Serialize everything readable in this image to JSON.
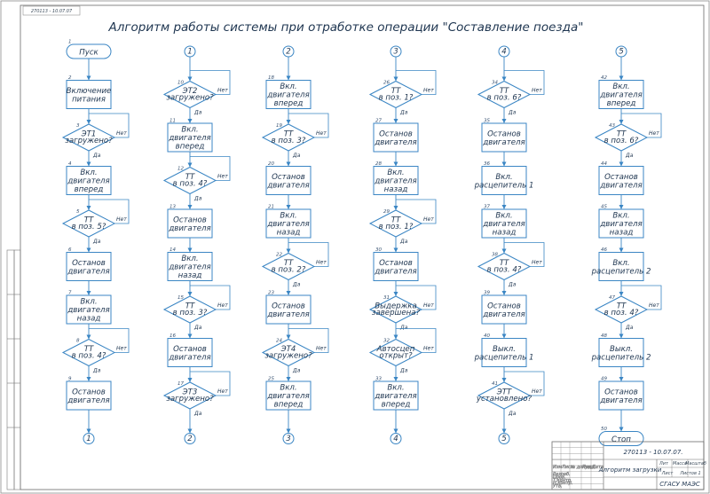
{
  "sheet": {
    "title": "Алгоритм работы системы при отработке операции \"Составление поезда\"",
    "stamp": "270113 - 10.07.07",
    "colors": {
      "line": "#3b86c4",
      "text": "#1e3550",
      "frame": "#707070"
    }
  },
  "labels": {
    "yes": "Да",
    "no": "Нет"
  },
  "columns": [
    {
      "nodes": [
        {
          "type": "terminal",
          "num": "1",
          "text": [
            "Пуск"
          ]
        },
        {
          "type": "action",
          "num": "2",
          "text": [
            "Включение",
            "питания"
          ]
        },
        {
          "type": "decision",
          "num": "3",
          "text": [
            "ЭТ1",
            "загружено?"
          ]
        },
        {
          "type": "action",
          "num": "4",
          "text": [
            "Вкл.",
            "двигателя",
            "вперед"
          ]
        },
        {
          "type": "decision",
          "num": "5",
          "text": [
            "ТТ",
            "в поз. 5?"
          ]
        },
        {
          "type": "action",
          "num": "6",
          "text": [
            "Останов",
            "двигателя"
          ]
        },
        {
          "type": "action",
          "num": "7",
          "text": [
            "Вкл.",
            "двигателя",
            "назад"
          ]
        },
        {
          "type": "decision",
          "num": "8",
          "text": [
            "ТТ",
            "в поз. 4?"
          ]
        },
        {
          "type": "action",
          "num": "9",
          "text": [
            "Останов",
            "двигателя"
          ]
        },
        {
          "type": "connector",
          "num": "",
          "text": [
            "1"
          ]
        }
      ]
    },
    {
      "nodes": [
        {
          "type": "connector",
          "num": "",
          "text": [
            "1"
          ]
        },
        {
          "type": "decision",
          "num": "10",
          "text": [
            "ЭТ2",
            "загружено?"
          ]
        },
        {
          "type": "action",
          "num": "11",
          "text": [
            "Вкл.",
            "двигателя",
            "вперед"
          ]
        },
        {
          "type": "decision",
          "num": "12",
          "text": [
            "ТТ",
            "в поз. 4?"
          ]
        },
        {
          "type": "action",
          "num": "13",
          "text": [
            "Останов",
            "двигателя"
          ]
        },
        {
          "type": "action",
          "num": "14",
          "text": [
            "Вкл.",
            "двигателя",
            "назад"
          ]
        },
        {
          "type": "decision",
          "num": "15",
          "text": [
            "ТТ",
            "в поз. 3?"
          ]
        },
        {
          "type": "action",
          "num": "16",
          "text": [
            "Останов",
            "двигателя"
          ]
        },
        {
          "type": "decision",
          "num": "17",
          "text": [
            "ЭТ3",
            "загружено?"
          ]
        },
        {
          "type": "connector",
          "num": "",
          "text": [
            "2"
          ]
        }
      ]
    },
    {
      "nodes": [
        {
          "type": "connector",
          "num": "",
          "text": [
            "2"
          ]
        },
        {
          "type": "action",
          "num": "18",
          "text": [
            "Вкл.",
            "двигателя",
            "вперед"
          ]
        },
        {
          "type": "decision",
          "num": "19",
          "text": [
            "ТТ",
            "в поз. 3?"
          ]
        },
        {
          "type": "action",
          "num": "20",
          "text": [
            "Останов",
            "двигателя"
          ]
        },
        {
          "type": "action",
          "num": "21",
          "text": [
            "Вкл.",
            "двигателя",
            "назад"
          ]
        },
        {
          "type": "decision",
          "num": "22",
          "text": [
            "ТТ",
            "в поз. 2?"
          ]
        },
        {
          "type": "action",
          "num": "23",
          "text": [
            "Останов",
            "двигателя"
          ]
        },
        {
          "type": "decision",
          "num": "24",
          "text": [
            "ЭТ4",
            "загружено?"
          ]
        },
        {
          "type": "action",
          "num": "25",
          "text": [
            "Вкл.",
            "двигателя",
            "вперед"
          ]
        },
        {
          "type": "connector",
          "num": "",
          "text": [
            "3"
          ]
        }
      ]
    },
    {
      "nodes": [
        {
          "type": "connector",
          "num": "",
          "text": [
            "3"
          ]
        },
        {
          "type": "decision",
          "num": "26",
          "text": [
            "ТТ",
            "в поз. 1?"
          ]
        },
        {
          "type": "action",
          "num": "27",
          "text": [
            "Останов",
            "двигателя"
          ]
        },
        {
          "type": "action",
          "num": "28",
          "text": [
            "Вкл.",
            "двигателя",
            "назад"
          ]
        },
        {
          "type": "decision",
          "num": "29",
          "text": [
            "ТТ",
            "в поз. 1?"
          ]
        },
        {
          "type": "action",
          "num": "30",
          "text": [
            "Останов",
            "двигателя"
          ]
        },
        {
          "type": "decision",
          "num": "31",
          "text": [
            "Выдержка",
            "завершена?"
          ]
        },
        {
          "type": "decision",
          "num": "32",
          "text": [
            "Автосцеп",
            "открыт?"
          ]
        },
        {
          "type": "action",
          "num": "33",
          "text": [
            "Вкл.",
            "двигателя",
            "вперед"
          ]
        },
        {
          "type": "connector",
          "num": "",
          "text": [
            "4"
          ]
        }
      ]
    },
    {
      "nodes": [
        {
          "type": "connector",
          "num": "",
          "text": [
            "4"
          ]
        },
        {
          "type": "decision",
          "num": "34",
          "text": [
            "ТТ",
            "в поз. 6?"
          ]
        },
        {
          "type": "action",
          "num": "35",
          "text": [
            "Останов",
            "двигателя"
          ]
        },
        {
          "type": "action",
          "num": "36",
          "text": [
            "Вкл.",
            "расцепитель 1"
          ]
        },
        {
          "type": "action",
          "num": "37",
          "text": [
            "Вкл.",
            "двигателя",
            "назад"
          ]
        },
        {
          "type": "decision",
          "num": "38",
          "text": [
            "ТТ",
            "в поз. 4?"
          ]
        },
        {
          "type": "action",
          "num": "39",
          "text": [
            "Останов",
            "двигателя"
          ]
        },
        {
          "type": "action",
          "num": "40",
          "text": [
            "Выкл.",
            "расцепитель 1"
          ]
        },
        {
          "type": "decision",
          "num": "41",
          "text": [
            "ЭТТ",
            "установлено?"
          ]
        },
        {
          "type": "connector",
          "num": "",
          "text": [
            "5"
          ]
        }
      ]
    },
    {
      "nodes": [
        {
          "type": "connector",
          "num": "",
          "text": [
            "5"
          ]
        },
        {
          "type": "action",
          "num": "42",
          "text": [
            "Вкл.",
            "двигателя",
            "вперед"
          ]
        },
        {
          "type": "decision",
          "num": "43",
          "text": [
            "ТТ",
            "в поз. 6?"
          ]
        },
        {
          "type": "action",
          "num": "44",
          "text": [
            "Останов",
            "двигателя"
          ]
        },
        {
          "type": "action",
          "num": "45",
          "text": [
            "Вкл.",
            "двигателя",
            "назад"
          ]
        },
        {
          "type": "action",
          "num": "46",
          "text": [
            "Вкл.",
            "расцепитель 2"
          ]
        },
        {
          "type": "decision",
          "num": "47",
          "text": [
            "ТТ",
            "в поз. 4?"
          ]
        },
        {
          "type": "action",
          "num": "48",
          "text": [
            "Выкл.",
            "расцепитель 2"
          ]
        },
        {
          "type": "action",
          "num": "49",
          "text": [
            "Останов",
            "двигателя"
          ]
        },
        {
          "type": "terminal",
          "num": "50",
          "text": [
            "Стоп"
          ]
        }
      ]
    }
  ],
  "title_block": {
    "code": "270113 - 10.07.07.",
    "doc_name": "Алгоритм загрузки",
    "org": "СГАСУ МАЭС",
    "col_heads": [
      "Изм",
      "Лист",
      "№ докум.",
      "Подп.",
      "Дата"
    ],
    "row_heads": [
      "Разраб.",
      "Пров.",
      "Т.контр.",
      "Н.контр.",
      "Утв."
    ],
    "small_heads": [
      "Лит",
      "Масса",
      "Масштаб"
    ],
    "sheet_values": [
      "Лист",
      "Листов 1"
    ]
  }
}
